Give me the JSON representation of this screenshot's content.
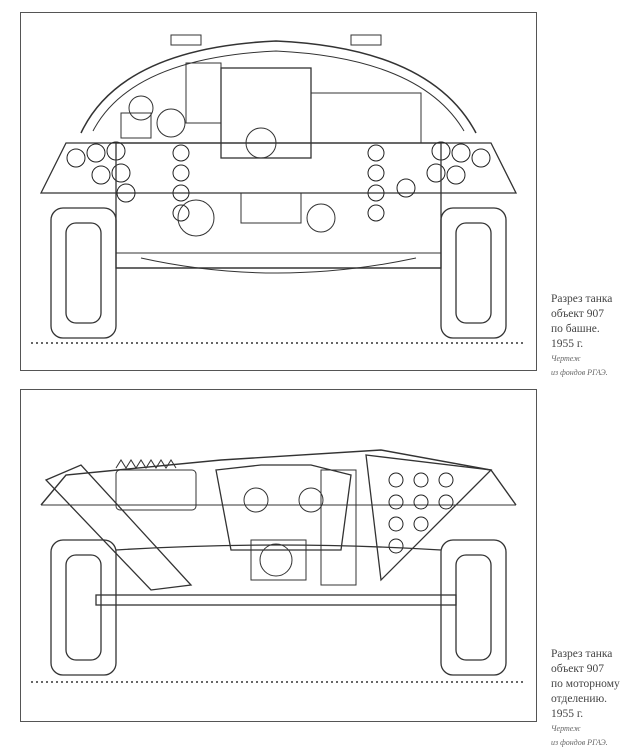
{
  "figures": [
    {
      "caption_lines": [
        "Разрез танка",
        "объект 907",
        "по башне.",
        "1955 г."
      ],
      "source_lines": [
        "Чертеж",
        "из фондов РГАЭ."
      ]
    },
    {
      "caption_lines": [
        "Разрез танка",
        "объект 907",
        "по моторному",
        "отделению.",
        "1955 г."
      ],
      "source_lines": [
        "Чертеж",
        "из фондов РГАЭ."
      ]
    }
  ]
}
